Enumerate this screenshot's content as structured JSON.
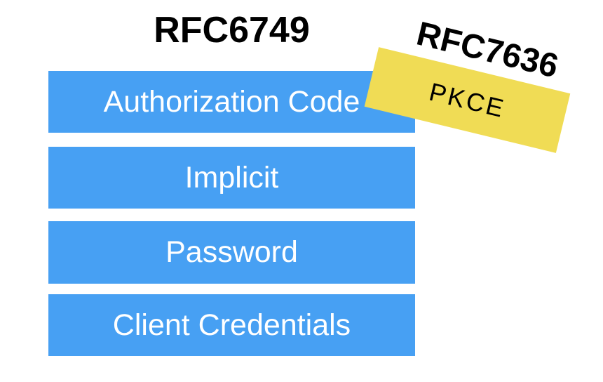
{
  "headings": {
    "rfc6749": "RFC6749",
    "rfc7636": "RFC7636"
  },
  "grants": [
    {
      "label": "Authorization Code"
    },
    {
      "label": "Implicit"
    },
    {
      "label": "Password"
    },
    {
      "label": "Client Credentials"
    }
  ],
  "sticker": {
    "label": "PKCE"
  },
  "colors": {
    "bar_fill": "#47a0f3",
    "bar_text": "#ffffff",
    "sticker_fill": "#f0dc55",
    "heading_text": "#000000",
    "background": "#ffffff"
  }
}
